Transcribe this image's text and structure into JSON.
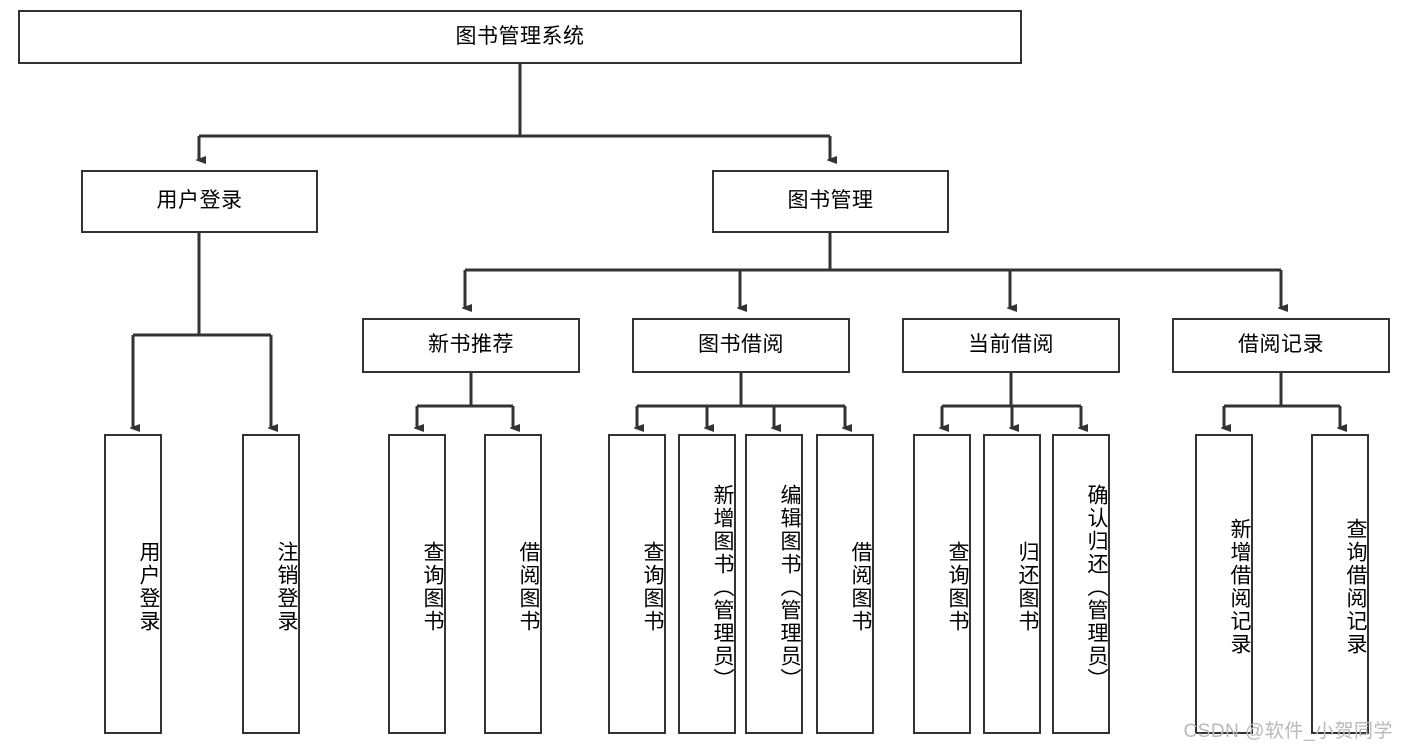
{
  "diagram": {
    "type": "hierarchy-tree",
    "title": "图书管理系统",
    "root": {
      "label": "图书管理系统"
    },
    "level1": [
      {
        "label": "用户登录"
      },
      {
        "label": "图书管理"
      }
    ],
    "level2": [
      {
        "label": "新书推荐",
        "parent": "图书管理"
      },
      {
        "label": "图书借阅",
        "parent": "图书管理"
      },
      {
        "label": "当前借阅",
        "parent": "图书管理"
      },
      {
        "label": "借阅记录",
        "parent": "图书管理"
      }
    ],
    "leaves": {
      "user_login": [
        {
          "label": "用户登录"
        },
        {
          "label": "注销登录"
        }
      ],
      "new_book_recommend": [
        {
          "label": "查询图书"
        },
        {
          "label": "借阅图书"
        }
      ],
      "book_borrow": [
        {
          "label": "查询图书"
        },
        {
          "label": "新增图书（管理员）"
        },
        {
          "label": "编辑图书（管理员）"
        },
        {
          "label": "借阅图书"
        }
      ],
      "current_borrow": [
        {
          "label": "查询图书"
        },
        {
          "label": "归还图书"
        },
        {
          "label": "确认归还（管理员）"
        }
      ],
      "borrow_record": [
        {
          "label": "新增借阅记录"
        },
        {
          "label": "查询借阅记录"
        }
      ]
    }
  },
  "watermark": {
    "text": "CSDN @软件_小贺同学"
  },
  "colors": {
    "stroke": "#333333",
    "background": "#ffffff",
    "text": "#000000",
    "watermark": "#b9b9b9"
  }
}
